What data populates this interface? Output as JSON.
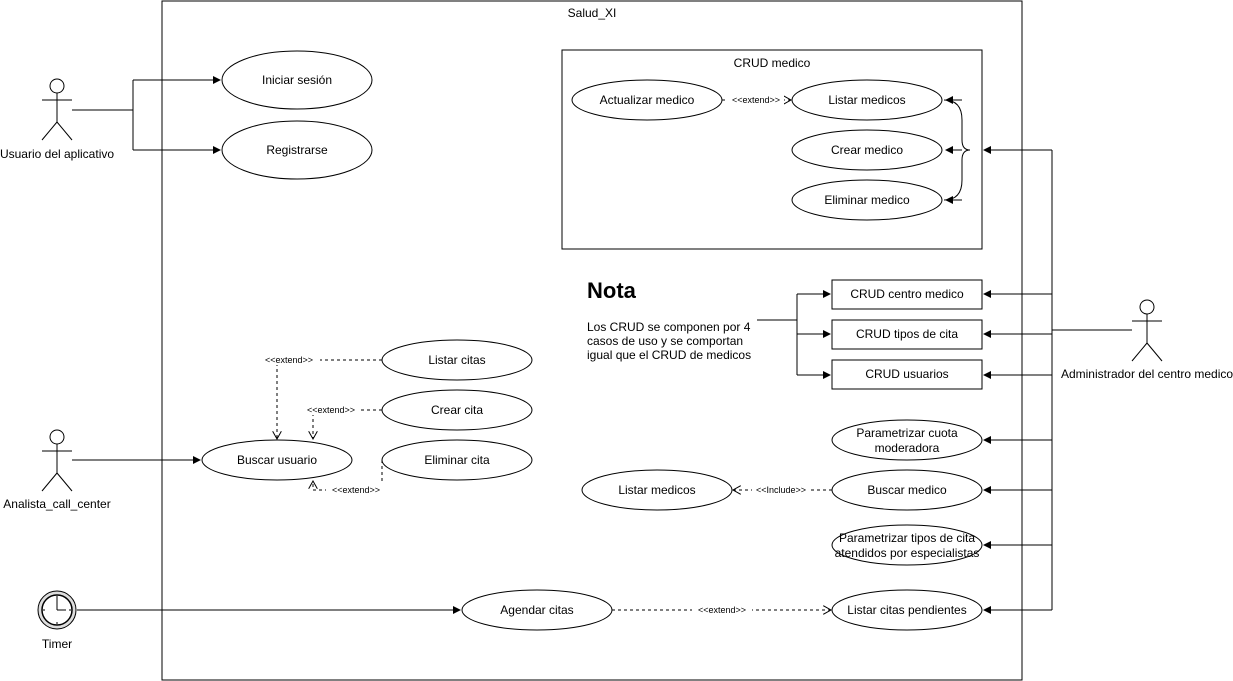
{
  "system": {
    "title": "Salud_XI"
  },
  "actors": {
    "usuario": "Usuario del aplicativo",
    "analista": "Analista_call_center",
    "timer": "Timer",
    "admin": "Administrador del centro medico"
  },
  "crud_medico": {
    "title": "CRUD medico",
    "actualizar": "Actualizar medico",
    "listar": "Listar medicos",
    "crear": "Crear medico",
    "eliminar": "Eliminar medico"
  },
  "usecases": {
    "iniciar_sesion": "Iniciar sesión",
    "registrarse": "Registrarse",
    "listar_citas": "Listar citas",
    "crear_cita": "Crear cita",
    "eliminar_cita": "Eliminar cita",
    "buscar_usuario": "Buscar usuario",
    "agendar_citas": "Agendar citas",
    "listar_citas_pendientes": "Listar citas pendientes",
    "parametrizar_cuota_1": "Parametrizar cuota",
    "parametrizar_cuota_2": "moderadora",
    "buscar_medico": "Buscar medico",
    "listar_medicos_2": "Listar medicos",
    "parametrizar_tipos_1": "Parametrizar tipos de cita",
    "parametrizar_tipos_2": "atendidos por especialistas"
  },
  "boxes": {
    "crud_centro": "CRUD centro medico",
    "crud_tipos": "CRUD tipos de cita",
    "crud_usuarios": "CRUD usuarios"
  },
  "note": {
    "title": "Nota",
    "line1": "Los CRUD se componen por 4",
    "line2": "casos de uso y se comportan",
    "line3": "igual que el CRUD de medicos"
  },
  "relations": {
    "extend": "<<extend>>",
    "include": "<<Include>>"
  }
}
